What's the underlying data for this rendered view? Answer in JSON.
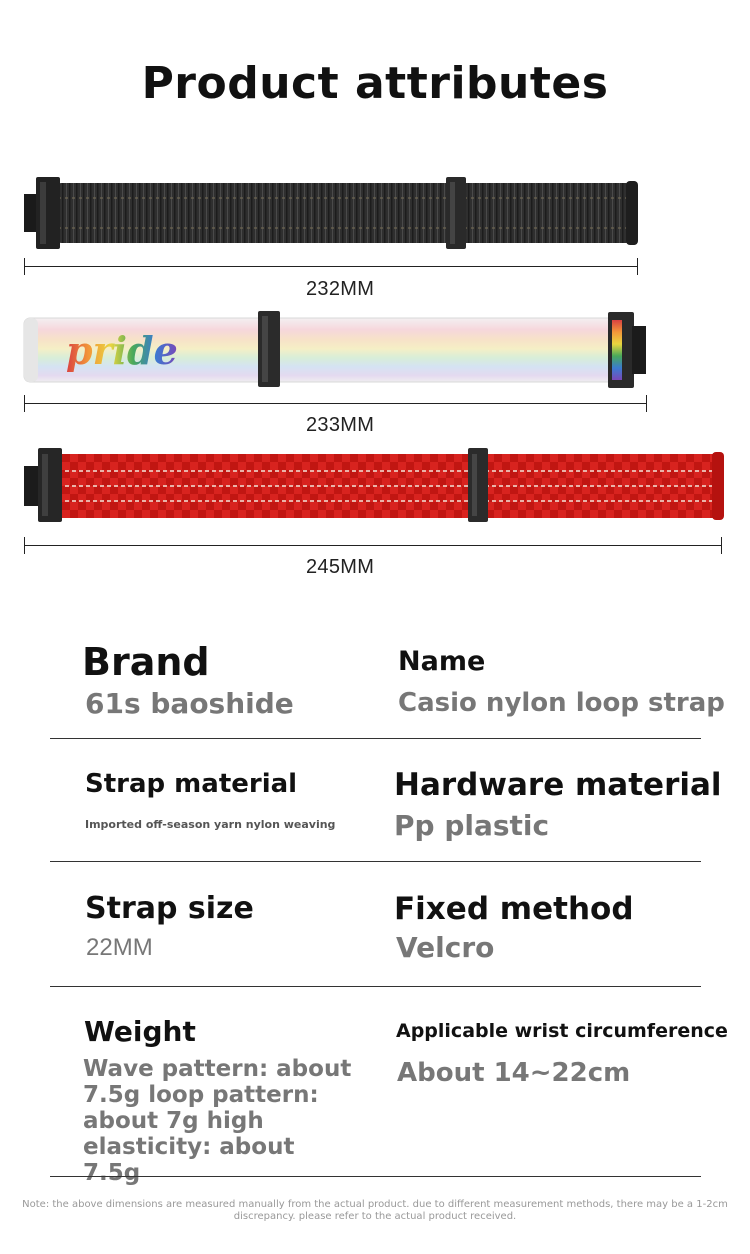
{
  "title": "Product attributes",
  "straps": [
    {
      "length": "232MM",
      "color": "#3a3a3a"
    },
    {
      "length": "233MM",
      "color": "#eeeeee",
      "print": "pride"
    },
    {
      "length": "245MM",
      "color": "#d8231f"
    }
  ],
  "attributes": {
    "brand": {
      "label": "Brand",
      "value": "61s baoshide"
    },
    "name": {
      "label": "Name",
      "value": "Casio nylon loop strap"
    },
    "strap_material": {
      "label": "Strap material",
      "value": "Imported off-season yarn nylon weaving"
    },
    "hardware_material": {
      "label": "Hardware material",
      "value": "Pp plastic"
    },
    "strap_size": {
      "label": "Strap size",
      "value": "22MM"
    },
    "fixed_method": {
      "label": "Fixed method",
      "value": "Velcro"
    },
    "weight": {
      "label": "Weight",
      "value": "Wave pattern: about 7.5g loop pattern: about 7g high elasticity: about 7.5g"
    },
    "wrist": {
      "label": "Applicable wrist circumference",
      "value": "About 14~22cm"
    }
  },
  "note": "Note: the above dimensions are measured manually from the actual product. due to different measurement methods, there may be a 1-2cm discrepancy. please refer to the actual product received."
}
